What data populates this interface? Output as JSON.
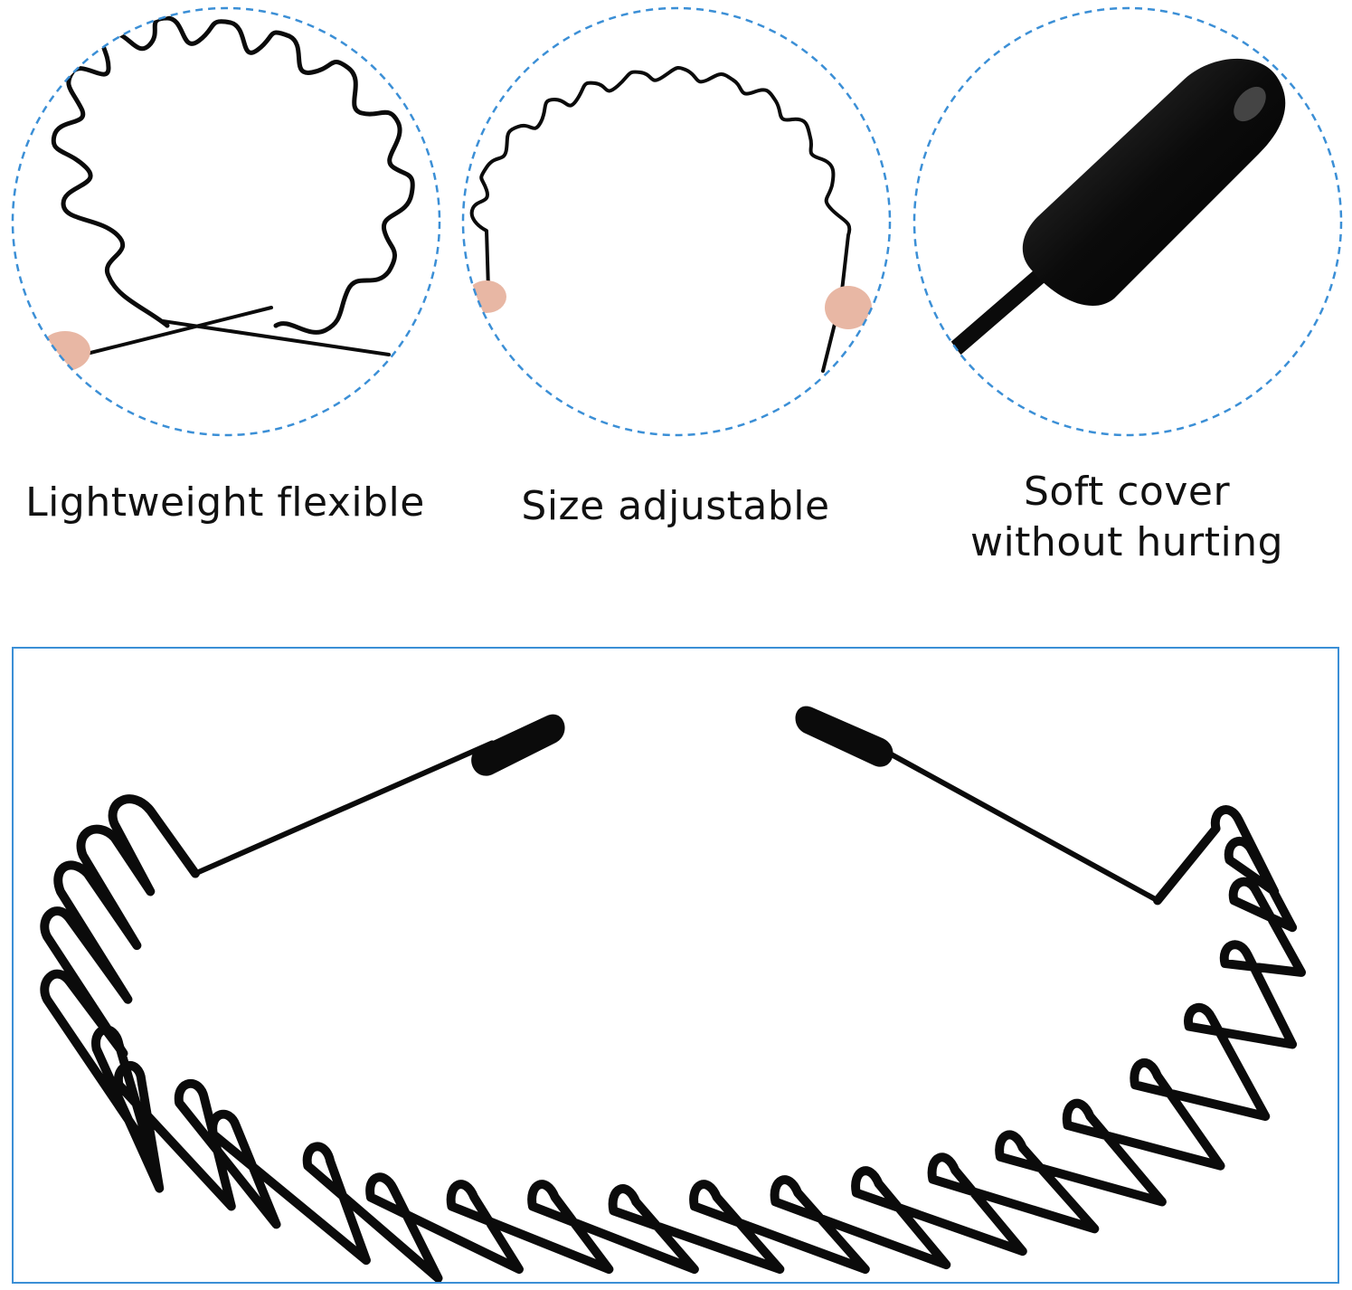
{
  "features": [
    {
      "caption_lines": [
        "Lightweight flexible"
      ],
      "icon": "wavy-headband-loop-image"
    },
    {
      "caption_lines": [
        "Size adjustable"
      ],
      "icon": "wavy-headband-stretched-image"
    },
    {
      "caption_lines": [
        "Soft cover",
        "without hurting"
      ],
      "icon": "soft-tip-closeup-image"
    }
  ],
  "main_image": {
    "icon": "wavy-headband-product-image"
  },
  "colors": {
    "accent_blue": "#3b8fd6",
    "wire": "#0b0b0b",
    "text": "#111111",
    "skin": "#e8b7a4"
  }
}
